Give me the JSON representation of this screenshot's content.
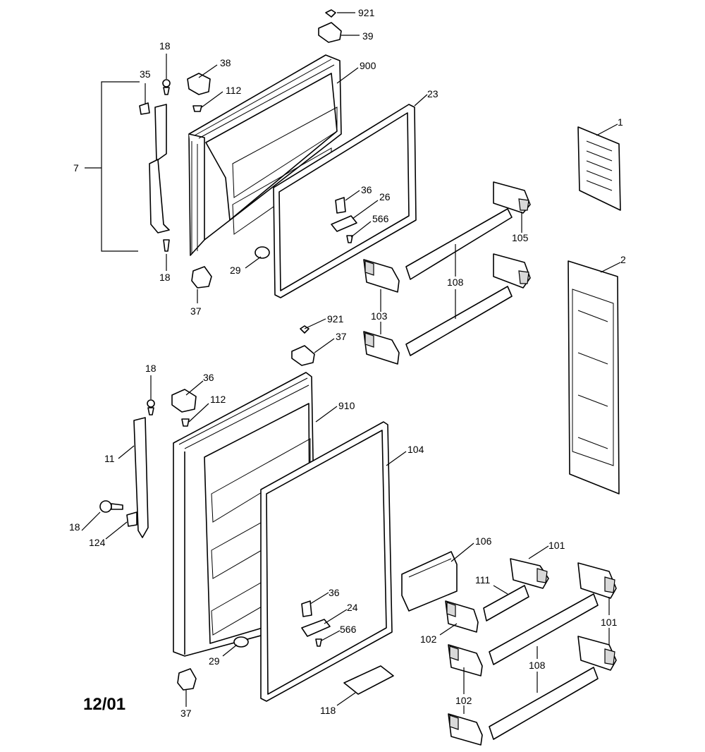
{
  "diagram": {
    "date_stamp": "12/01",
    "callouts": {
      "c921_top": "921",
      "c39": "39",
      "c38": "38",
      "c900": "900",
      "c18_a": "18",
      "c35": "35",
      "c112_a": "112",
      "c23": "23",
      "c1": "1",
      "c7": "7",
      "c36_a": "36",
      "c26": "26",
      "c566_a": "566",
      "c105": "105",
      "c29_a": "29",
      "c18_b": "18",
      "c37_a": "37",
      "c2": "2",
      "c108_a": "108",
      "c103": "103",
      "c921_b": "921",
      "c37_b": "37",
      "c18_c": "18",
      "c36_b": "36",
      "c112_b": "112",
      "c910": "910",
      "c104": "104",
      "c11": "11",
      "c18_d": "18",
      "c124": "124",
      "c106": "106",
      "c101_a": "101",
      "c111": "111",
      "c101_b": "101",
      "c36_c": "36",
      "c24": "24",
      "c566_b": "566",
      "c102_a": "102",
      "c108_b": "108",
      "c29_b": "29",
      "c102_b": "102",
      "c118": "118",
      "c37_c": "37"
    }
  }
}
